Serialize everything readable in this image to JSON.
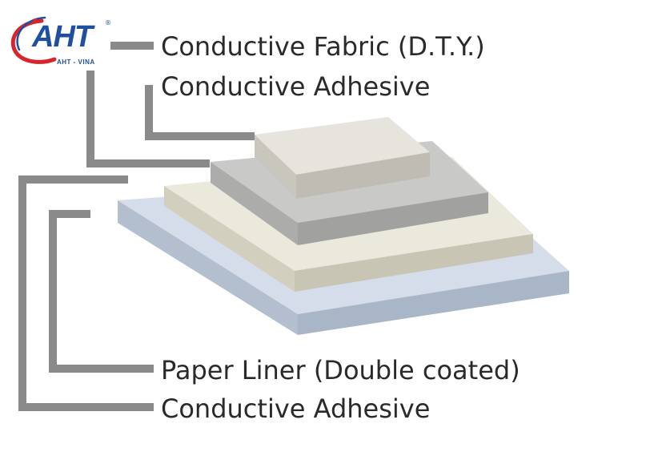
{
  "logo": {
    "name": "AHT",
    "subtitle": "AHT - VINA",
    "registered": "®",
    "colors": {
      "ring": "#d7252b",
      "text": "#1f4fa0"
    }
  },
  "labels": {
    "top_fabric": "Conductive Fabric (D.T.Y.)",
    "top_adhesive": "Conductive Adhesive",
    "paper_liner": "Paper Liner (Double coated)",
    "bottom_adhesive": "Conductive Adhesive"
  },
  "colors": {
    "leader": "#8a8a8a",
    "fabric": "#e4e2da",
    "top_adhesive": "#c5c5c3",
    "paper_liner": "#e9e6d9",
    "bottom_adhesive": "#cfd9e6"
  }
}
